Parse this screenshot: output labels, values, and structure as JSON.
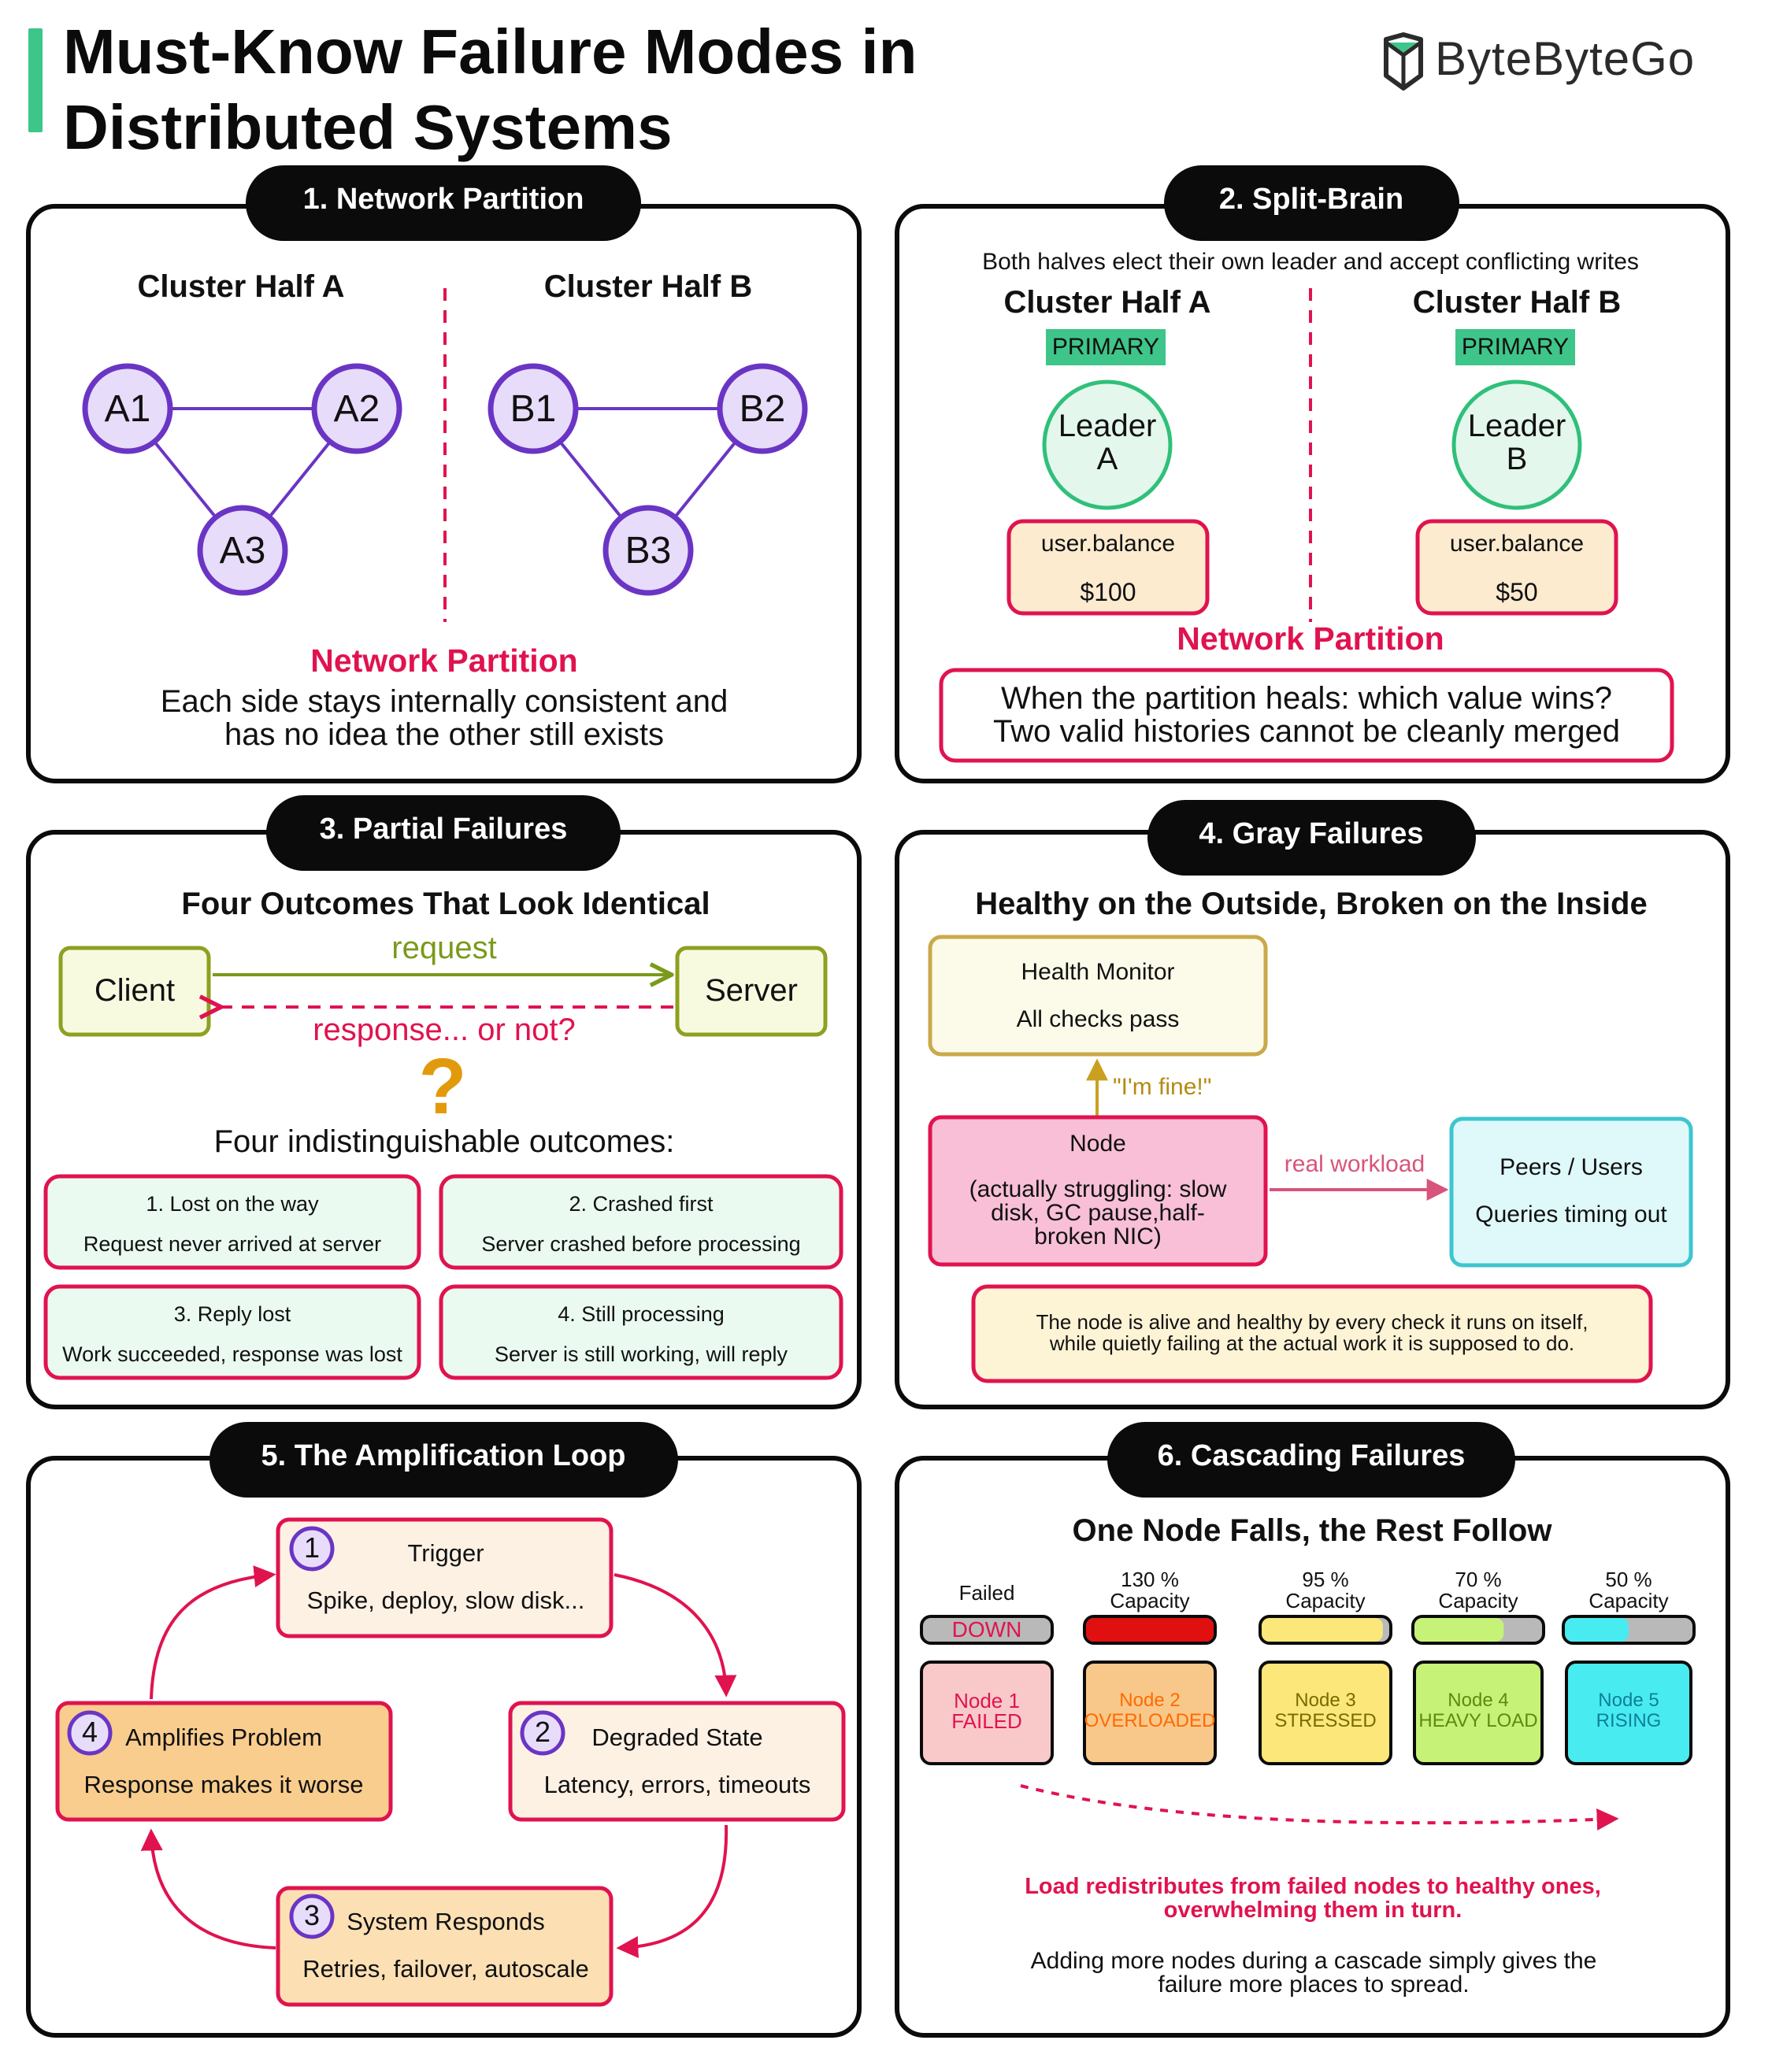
{
  "title": {
    "line1": "Must-Know Failure Modes in",
    "line2": "Distributed Systems",
    "brand": "ByteByteGo"
  },
  "colors": {
    "accent": "#3ec58a",
    "alert": "#e0134f",
    "node_purple": "#6a35c4",
    "node_purple_fill": "#e8dcfb",
    "leader_green": "#2fc07a",
    "leader_fill": "#e4f7ec"
  },
  "icons": {
    "brand_logo": "bytebytego-logo-icon",
    "question": "question-mark-icon"
  },
  "panel1": {
    "title": "1. Network Partition",
    "half_a": "Cluster Half A",
    "half_b": "Cluster Half B",
    "nodes_a": [
      "A1",
      "A2",
      "A3"
    ],
    "nodes_b": [
      "B1",
      "B2",
      "B3"
    ],
    "partition_label": "Network Partition",
    "caption_line1": "Each side stays internally consistent and",
    "caption_line2": "has no idea the other still exists"
  },
  "panel2": {
    "title": "2. Split-Brain",
    "subtitle": "Both halves elect their own leader and accept conflicting writes",
    "half_a": "Cluster Half A",
    "half_b": "Cluster Half B",
    "badge": "PRIMARY",
    "leader_a": [
      "Leader",
      "A"
    ],
    "leader_b": [
      "Leader",
      "B"
    ],
    "field": "user.balance",
    "value_a": "$100",
    "value_b": "$50",
    "partition_label": "Network Partition",
    "question_line1": "When the partition heals: which value wins?",
    "question_line2": "Two valid histories cannot be cleanly merged"
  },
  "panel3": {
    "title": "3. Partial Failures",
    "heading": "Four Outcomes That Look Identical",
    "client": "Client",
    "server": "Server",
    "request": "request",
    "response": "response... or not?",
    "question": "?",
    "outcomes_heading": "Four indistinguishable outcomes:",
    "outcomes": [
      {
        "title": "1. Lost on the way",
        "desc": "Request never arrived at server"
      },
      {
        "title": "2. Crashed first",
        "desc": "Server crashed before processing"
      },
      {
        "title": "3. Reply lost",
        "desc": "Work succeeded, response was lost"
      },
      {
        "title": "4. Still processing",
        "desc": "Server is still working, will reply"
      }
    ]
  },
  "panel4": {
    "title": "4. Gray Failures",
    "heading": "Healthy on the Outside, Broken on the Inside",
    "monitor_title": "Health Monitor",
    "monitor_desc": "All checks pass",
    "fine": "\"I'm fine!\"",
    "node_title": "Node",
    "node_desc": [
      "(actually struggling: slow",
      "disk, GC pause,half-",
      "broken NIC)"
    ],
    "workload": "real workload",
    "peers_title": "Peers / Users",
    "peers_desc": "Queries timing out",
    "note_line1": "The node is alive and healthy by every check it runs on itself,",
    "note_line2": "while quietly failing at the actual work it is supposed to do."
  },
  "panel5": {
    "title": "5. The Amplification Loop",
    "steps": [
      {
        "num": "1",
        "title": "Trigger",
        "desc": "Spike, deploy, slow disk..."
      },
      {
        "num": "2",
        "title": "Degraded State",
        "desc": "Latency, errors, timeouts"
      },
      {
        "num": "3",
        "title": "System Responds",
        "desc": "Retries, failover, autoscale"
      },
      {
        "num": "4",
        "title": "Amplifies Problem",
        "desc": "Response makes it worse"
      }
    ]
  },
  "panel6": {
    "title": "6. Cascading Failures",
    "heading": "One Node Falls, the Rest Follow",
    "nodes": [
      {
        "cap_top": "Failed",
        "cap_bottom": "",
        "bar_label": "DOWN",
        "fill": 0,
        "fill_color": "#b9b9b9",
        "box_fill": "#f9c9c9",
        "text_color": "#e0134f",
        "name": "Node 1",
        "state": "FAILED"
      },
      {
        "cap_top": "130 %",
        "cap_bottom": "Capacity",
        "bar_label": "",
        "fill": 1.0,
        "fill_color": "#e01010",
        "box_fill": "#f8c88a",
        "text_color": "#ff6a00",
        "name": "Node 2",
        "state": "OVERLOADED"
      },
      {
        "cap_top": "95 %",
        "cap_bottom": "Capacity",
        "bar_label": "",
        "fill": 0.95,
        "fill_color": "#fbe77a",
        "box_fill": "#fbe77a",
        "text_color": "#7a6a00",
        "name": "Node 3",
        "state": "STRESSED"
      },
      {
        "cap_top": "70 %",
        "cap_bottom": "Capacity",
        "bar_label": "",
        "fill": 0.7,
        "fill_color": "#c6f277",
        "box_fill": "#c6f277",
        "text_color": "#5e8a10",
        "name": "Node 4",
        "state": "HEAVY LOAD"
      },
      {
        "cap_top": "50 %",
        "cap_bottom": "Capacity",
        "bar_label": "",
        "fill": 0.5,
        "fill_color": "#48ecf0",
        "box_fill": "#48ecf0",
        "text_color": "#0e7f9a",
        "name": "Node 5",
        "state": "RISING"
      }
    ],
    "alert_line1": "Load redistributes from failed nodes to healthy ones,",
    "alert_line2": "overwhelming them in turn.",
    "note_line1": "Adding more nodes during a cascade simply gives the",
    "note_line2": "failure more places to spread."
  }
}
